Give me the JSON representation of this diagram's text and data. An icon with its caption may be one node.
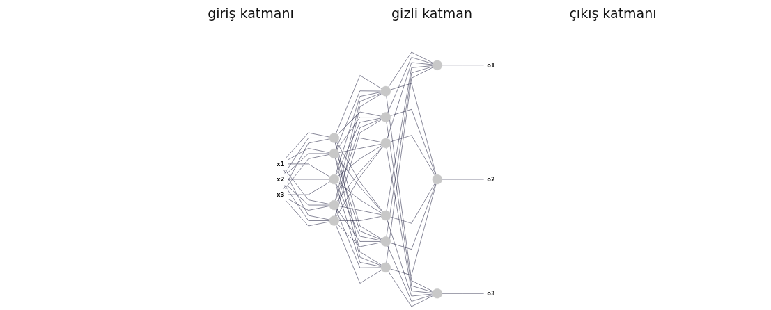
{
  "diagram": {
    "nodes": [
      {
        "text": [
          "x1"
        ]
      },
      {
        "text": [
          "x2"
        ]
      },
      {
        "text": [
          "x3"
        ]
      },
      {
        "text": [],
        "shape": "circle"
      },
      {
        "text": [],
        "shape": "circle"
      },
      {
        "text": [],
        "shape": "circle"
      },
      {
        "text": [],
        "shape": "circle"
      },
      {
        "text": [],
        "shape": "circle"
      },
      {
        "text": [],
        "shape": "circle"
      },
      {
        "text": [],
        "shape": "circle"
      },
      {
        "text": [],
        "shape": "circle"
      },
      {
        "text": [],
        "shape": "circle"
      },
      {
        "text": [],
        "shape": "circle"
      },
      {
        "text": [],
        "shape": "circle"
      },
      {
        "text": [],
        "shape": "circle"
      },
      {
        "text": [],
        "shape": "circle"
      },
      {
        "text": [],
        "shape": "circle"
      },
      {
        "text": [
          "o1"
        ]
      },
      {
        "text": [
          "o2"
        ]
      },
      {
        "text": [
          "o3"
        ]
      }
    ],
    "edges": [
      {
        "from": 0,
        "to": 3,
        "arrow": "none"
      },
      {
        "from": 0,
        "to": 4,
        "arrow": "none"
      },
      {
        "from": 0,
        "to": 5,
        "arrow": "none"
      },
      {
        "from": 0,
        "to": 6,
        "arrow": "none"
      },
      {
        "from": 0,
        "to": 7,
        "arrow": "none"
      },
      {
        "from": 1,
        "to": 3,
        "arrow": "none"
      },
      {
        "from": 1,
        "to": 4,
        "arrow": "none"
      },
      {
        "from": 1,
        "to": 5,
        "arrow": "none"
      },
      {
        "from": 1,
        "to": 6,
        "arrow": "none"
      },
      {
        "from": 1,
        "to": 7,
        "arrow": "none"
      },
      {
        "from": 2,
        "to": 3,
        "arrow": "none"
      },
      {
        "from": 2,
        "to": 4,
        "arrow": "none"
      },
      {
        "from": 2,
        "to": 5,
        "arrow": "none"
      },
      {
        "from": 2,
        "to": 6,
        "arrow": "none"
      },
      {
        "from": 2,
        "to": 7,
        "arrow": "none"
      },
      {
        "from": 3,
        "to": 8,
        "arrow": "none"
      },
      {
        "from": 3,
        "to": 9,
        "arrow": "none"
      },
      {
        "from": 3,
        "to": 10,
        "arrow": "none"
      },
      {
        "from": 3,
        "to": 11,
        "arrow": "none"
      },
      {
        "from": 3,
        "to": 12,
        "arrow": "none"
      },
      {
        "from": 3,
        "to": 13,
        "arrow": "none"
      },
      {
        "from": 4,
        "to": 8,
        "arrow": "none"
      },
      {
        "from": 4,
        "to": 9,
        "arrow": "none"
      },
      {
        "from": 4,
        "to": 10,
        "arrow": "none"
      },
      {
        "from": 4,
        "to": 11,
        "arrow": "none"
      },
      {
        "from": 4,
        "to": 12,
        "arrow": "none"
      },
      {
        "from": 4,
        "to": 13,
        "arrow": "none"
      },
      {
        "from": 5,
        "to": 8,
        "arrow": "none"
      },
      {
        "from": 5,
        "to": 9,
        "arrow": "none"
      },
      {
        "from": 5,
        "to": 10,
        "arrow": "none"
      },
      {
        "from": 5,
        "to": 11,
        "arrow": "none"
      },
      {
        "from": 5,
        "to": 12,
        "arrow": "none"
      },
      {
        "from": 5,
        "to": 13,
        "arrow": "none"
      },
      {
        "from": 6,
        "to": 8,
        "arrow": "none"
      },
      {
        "from": 6,
        "to": 9,
        "arrow": "none"
      },
      {
        "from": 6,
        "to": 10,
        "arrow": "none"
      },
      {
        "from": 6,
        "to": 11,
        "arrow": "none"
      },
      {
        "from": 6,
        "to": 12,
        "arrow": "none"
      },
      {
        "from": 6,
        "to": 13,
        "arrow": "none"
      },
      {
        "from": 7,
        "to": 8,
        "arrow": "none"
      },
      {
        "from": 7,
        "to": 9,
        "arrow": "none"
      },
      {
        "from": 7,
        "to": 10,
        "arrow": "none"
      },
      {
        "from": 7,
        "to": 11,
        "arrow": "none"
      },
      {
        "from": 7,
        "to": 12,
        "arrow": "none"
      },
      {
        "from": 7,
        "to": 13,
        "arrow": "none"
      },
      {
        "from": 8,
        "to": 14,
        "arrow": "none"
      },
      {
        "from": 8,
        "to": 15,
        "arrow": "none"
      },
      {
        "from": 8,
        "to": 16,
        "arrow": "none"
      },
      {
        "from": 9,
        "to": 14,
        "arrow": "none"
      },
      {
        "from": 9,
        "to": 15,
        "arrow": "none"
      },
      {
        "from": 9,
        "to": 16,
        "arrow": "none"
      },
      {
        "from": 10,
        "to": 14,
        "arrow": "none"
      },
      {
        "from": 10,
        "to": 15,
        "arrow": "none"
      },
      {
        "from": 10,
        "to": 16,
        "arrow": "none"
      },
      {
        "from": 11,
        "to": 14,
        "arrow": "none"
      },
      {
        "from": 11,
        "to": 15,
        "arrow": "none"
      },
      {
        "from": 11,
        "to": 16,
        "arrow": "none"
      },
      {
        "from": 12,
        "to": 14,
        "arrow": "none"
      },
      {
        "from": 12,
        "to": 15,
        "arrow": "none"
      },
      {
        "from": 12,
        "to": 16,
        "arrow": "none"
      },
      {
        "from": 13,
        "to": 14,
        "arrow": "none"
      },
      {
        "from": 13,
        "to": 15,
        "arrow": "none"
      },
      {
        "from": 13,
        "to": 16,
        "arrow": "none"
      },
      {
        "from": 14,
        "to": 17,
        "arrow": "none"
      },
      {
        "from": 15,
        "to": 18,
        "arrow": "none"
      },
      {
        "from": 16,
        "to": 19,
        "arrow": "none"
      }
    ],
    "labels": [
      "giriş katmanı",
      "gizli katman",
      "çıkış katmanı"
    ]
  }
}
